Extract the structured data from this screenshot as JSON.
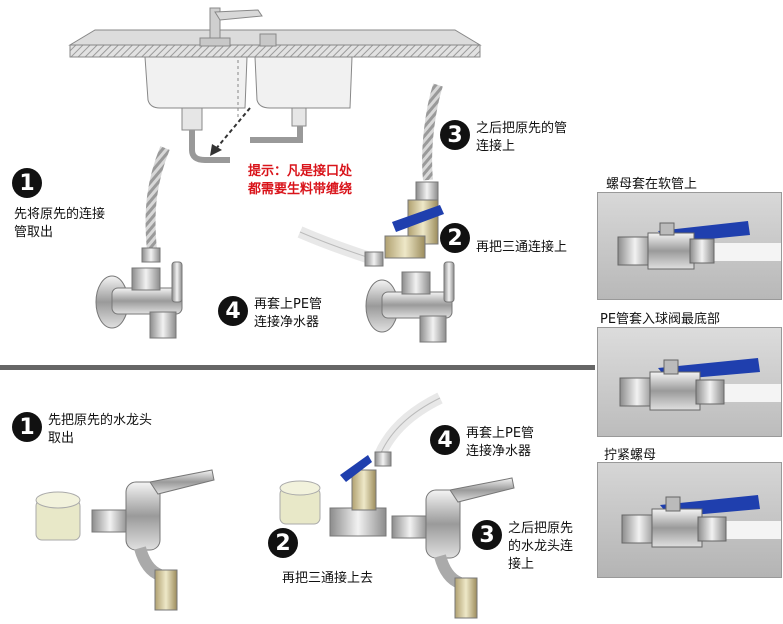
{
  "top": {
    "tip": "提示：凡是接口处\n都需要生料带缠绕",
    "step1": {
      "num": "1",
      "text": "先将原先的连接\n管取出"
    },
    "step2": {
      "num": "2",
      "text": "再把三通连接上"
    },
    "step3": {
      "num": "3",
      "text": "之后把原先的管\n连接上"
    },
    "step4": {
      "num": "4",
      "text": "再套上PE管\n连接净水器"
    }
  },
  "bottom": {
    "step1": {
      "num": "1",
      "text": "先把原先的水龙头\n取出"
    },
    "step2": {
      "num": "2",
      "text": "再把三通接上去"
    },
    "step3": {
      "num": "3",
      "text": "之后把原先\n的水龙头连\n接上"
    },
    "step4": {
      "num": "4",
      "text": "再套上PE管\n连接净水器"
    }
  },
  "right": {
    "label1": "螺母套在软管上",
    "label2": "PE管套入球阀最底部",
    "label3": "拧紧螺母"
  },
  "colors": {
    "tip": "#d9141b",
    "valve_handle": "#1f3fae",
    "badge": "#111111"
  }
}
